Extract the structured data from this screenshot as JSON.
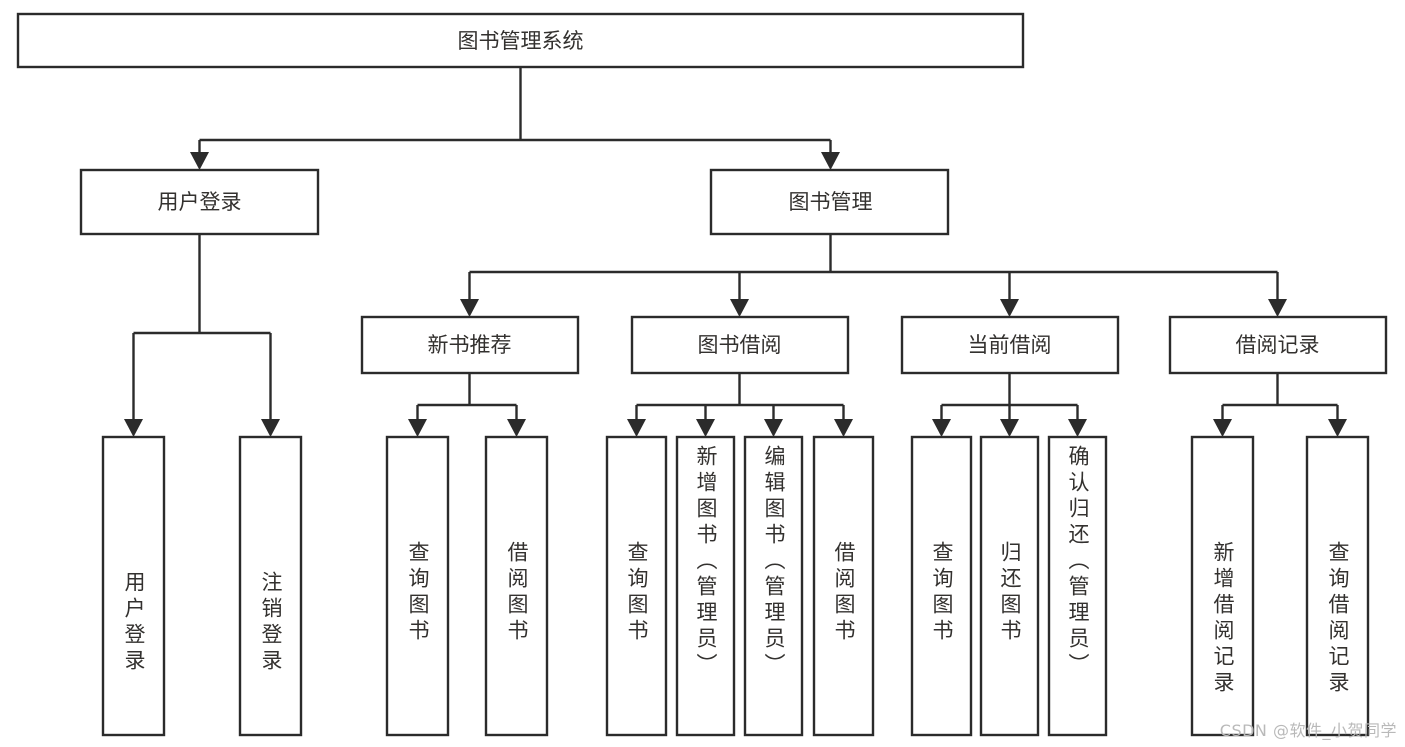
{
  "diagram": {
    "type": "tree-hierarchy",
    "title": "图书管理系统",
    "watermark": "CSDN @软件_小贺同学",
    "colors": {
      "stroke": "#2b2b2b",
      "box_fill": "#ffffff",
      "text": "#33312f",
      "background": "#ffffff",
      "watermark": "#b9b9b9"
    },
    "root": {
      "id": "root",
      "label": "图书管理系统",
      "orientation": "horizontal"
    },
    "level2": [
      {
        "id": "user-login",
        "label": "用户登录",
        "orientation": "horizontal"
      },
      {
        "id": "book-management",
        "label": "图书管理",
        "orientation": "horizontal"
      }
    ],
    "level3": [
      {
        "id": "new-book-recommend",
        "label": "新书推荐",
        "parent": "book-management",
        "orientation": "horizontal"
      },
      {
        "id": "book-borrow",
        "label": "图书借阅",
        "parent": "book-management",
        "orientation": "horizontal"
      },
      {
        "id": "current-borrow",
        "label": "当前借阅",
        "parent": "book-management",
        "orientation": "horizontal"
      },
      {
        "id": "borrow-record",
        "label": "借阅记录",
        "parent": "book-management",
        "orientation": "horizontal"
      }
    ],
    "leaves": [
      {
        "id": "leaf-user-login",
        "label": "用户登录",
        "parent": "user-login",
        "orientation": "vertical",
        "align": "bottom"
      },
      {
        "id": "leaf-logout",
        "label": "注销登录",
        "parent": "user-login",
        "orientation": "vertical",
        "align": "bottom"
      },
      {
        "id": "leaf-query-book-1",
        "label": "查询图书",
        "parent": "new-book-recommend",
        "orientation": "vertical",
        "align": "bottom"
      },
      {
        "id": "leaf-borrow-book-1",
        "label": "借阅图书",
        "parent": "new-book-recommend",
        "orientation": "vertical",
        "align": "bottom"
      },
      {
        "id": "leaf-query-book-2",
        "label": "查询图书",
        "parent": "book-borrow",
        "orientation": "vertical",
        "align": "bottom"
      },
      {
        "id": "leaf-add-book",
        "label": "新增图书（管理员）",
        "parent": "book-borrow",
        "orientation": "vertical",
        "align": "top"
      },
      {
        "id": "leaf-edit-book",
        "label": "编辑图书（管理员）",
        "parent": "book-borrow",
        "orientation": "vertical",
        "align": "top"
      },
      {
        "id": "leaf-borrow-book-2",
        "label": "借阅图书",
        "parent": "book-borrow",
        "orientation": "vertical",
        "align": "bottom"
      },
      {
        "id": "leaf-query-book-3",
        "label": "查询图书",
        "parent": "current-borrow",
        "orientation": "vertical",
        "align": "bottom"
      },
      {
        "id": "leaf-return-book",
        "label": "归还图书",
        "parent": "current-borrow",
        "orientation": "vertical",
        "align": "bottom"
      },
      {
        "id": "leaf-confirm-return",
        "label": "确认归还（管理员）",
        "parent": "current-borrow",
        "orientation": "vertical",
        "align": "top"
      },
      {
        "id": "leaf-add-record",
        "label": "新增借阅记录",
        "parent": "borrow-record",
        "orientation": "vertical",
        "align": "bottom"
      },
      {
        "id": "leaf-query-record",
        "label": "查询借阅记录",
        "parent": "borrow-record",
        "orientation": "vertical",
        "align": "bottom"
      }
    ]
  }
}
